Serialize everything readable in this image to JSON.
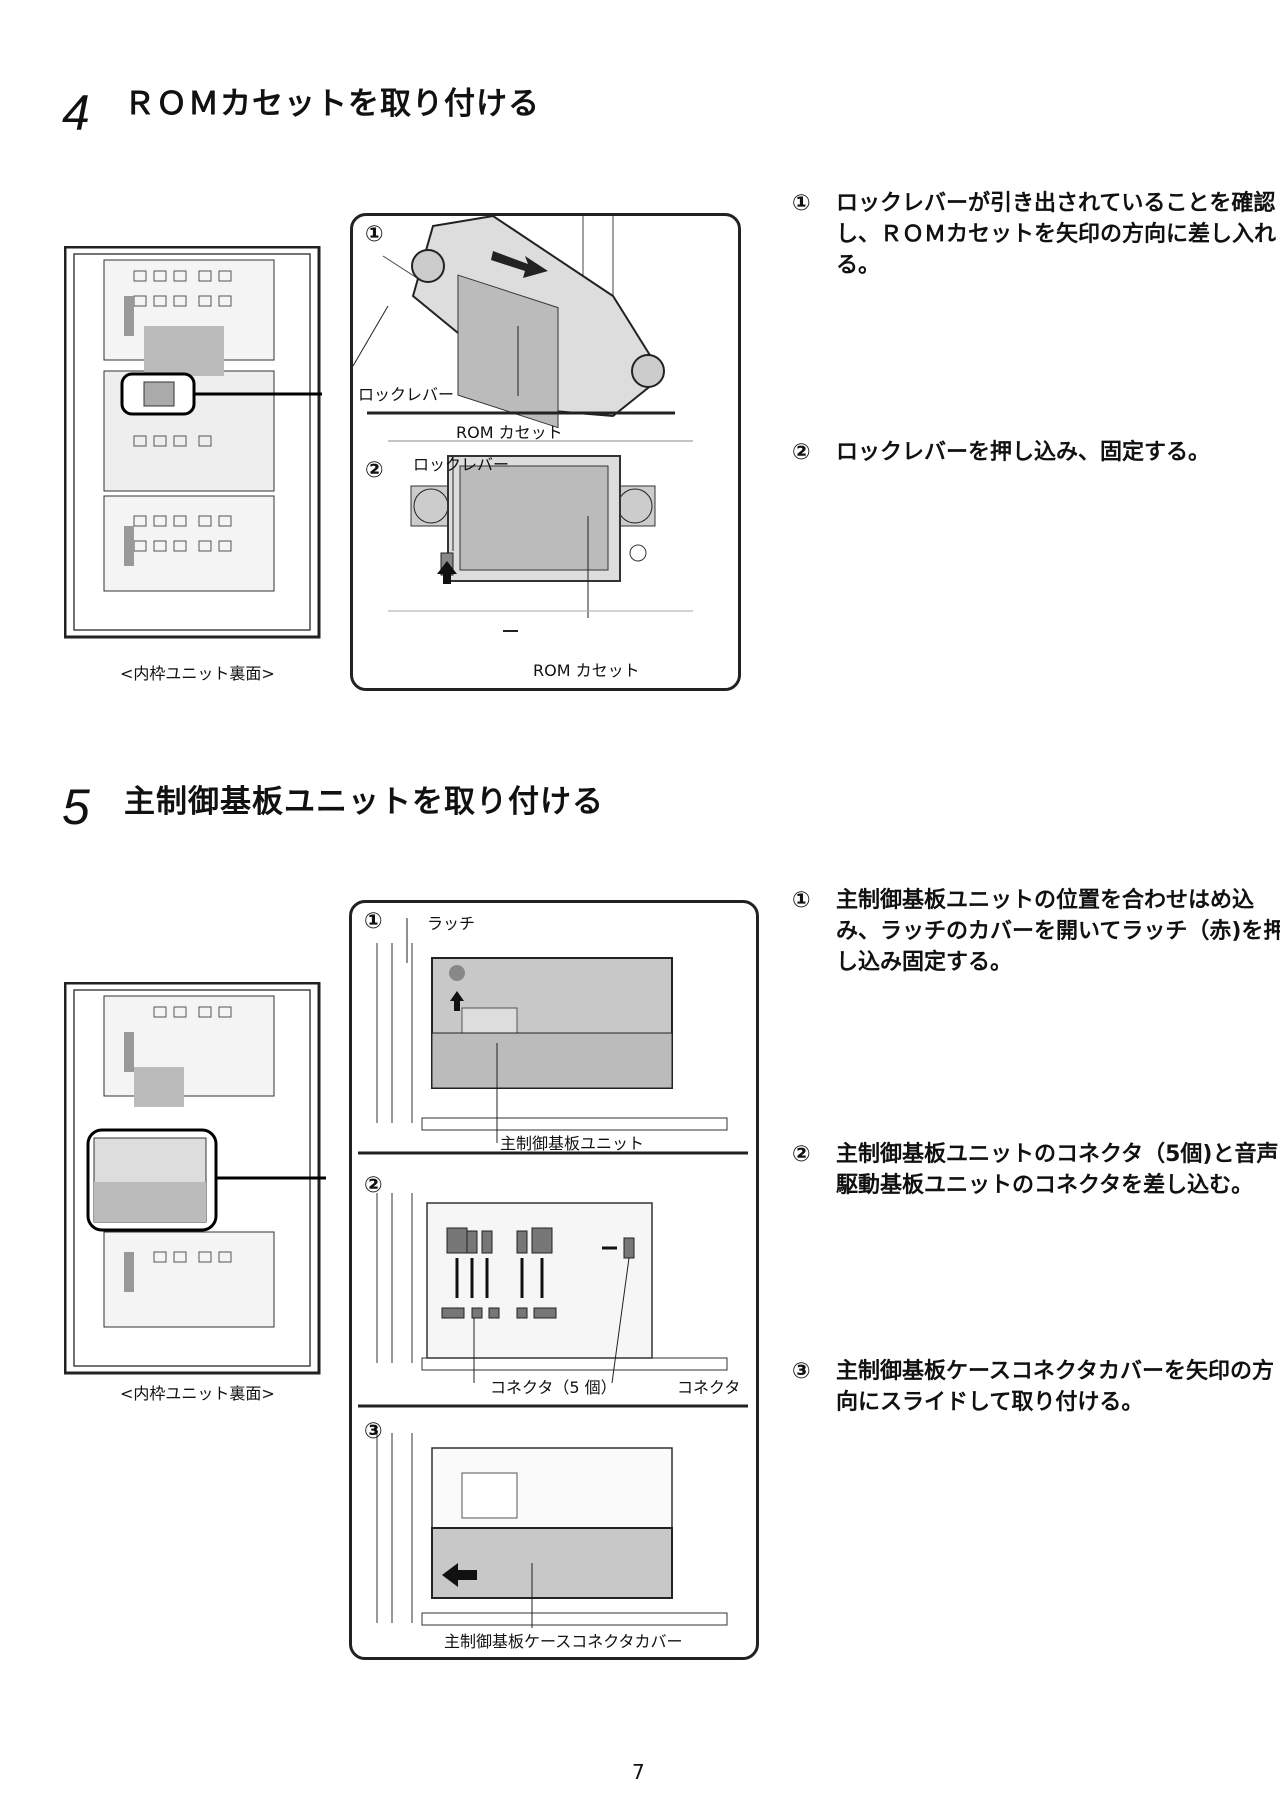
{
  "section4": {
    "number": "4",
    "title": "ＲＯＭカセットを取り付ける",
    "overview_caption": "<内枠ユニット裏面>",
    "panel_markers": [
      "①",
      "②"
    ],
    "labels": {
      "lock_lever_1": "ロックレバー",
      "rom_cassette_1": "ROM カセット",
      "lock_lever_2": "ロックレバー",
      "rom_cassette_2": "ROM カセット"
    },
    "steps": [
      {
        "marker": "①",
        "text": "ロックレバーが引き出されていることを確認し、ＲＯＭカセットを矢印の方向に差し入れる。"
      },
      {
        "marker": "②",
        "text": "ロックレバーを押し込み、固定する。"
      }
    ]
  },
  "section5": {
    "number": "5",
    "title": "主制御基板ユニットを取り付ける",
    "overview_caption": "<内枠ユニット裏面>",
    "panel_markers": [
      "①",
      "②",
      "③"
    ],
    "labels": {
      "latch": "ラッチ",
      "main_board_unit": "主制御基板ユニット",
      "connectors_5": "コネクタ（5 個）",
      "connector": "コネクタ",
      "case_connector_cover": "主制御基板ケースコネクタカバー"
    },
    "steps": [
      {
        "marker": "①",
        "text": "主制御基板ユニットの位置を合わせはめ込み、ラッチのカバーを開いてラッチ（赤)を押し込み固定する。"
      },
      {
        "marker": "②",
        "text": "主制御基板ユニットのコネクタ（5個)と音声駆動基板ユニットのコネクタを差し込む。"
      },
      {
        "marker": "③",
        "text": "主制御基板ケースコネクタカバーを矢印の方向にスライドして取り付ける。"
      }
    ]
  },
  "page_number": "7"
}
